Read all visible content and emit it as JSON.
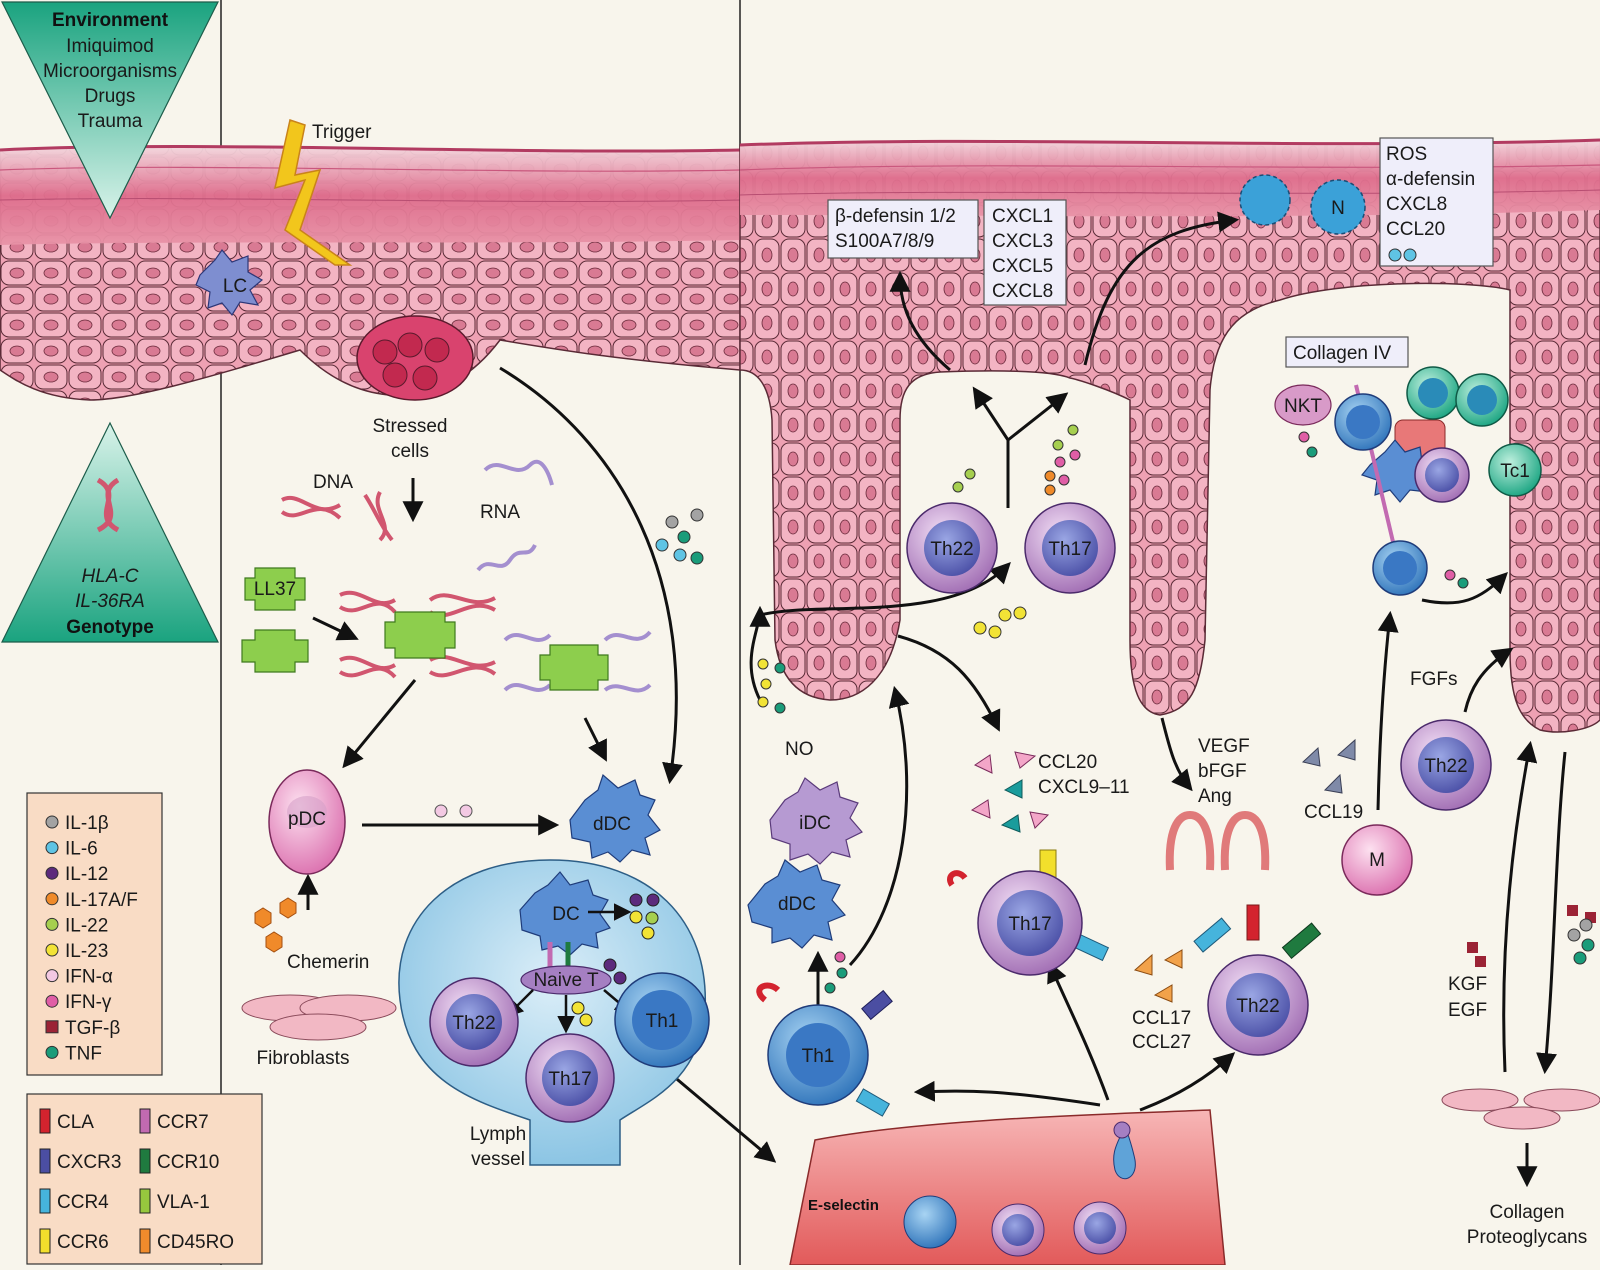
{
  "environment": {
    "title": "Environment",
    "items": [
      "Imiquimod",
      "Microorganisms",
      "Drugs",
      "Trauma"
    ]
  },
  "genotype": {
    "genes": [
      "HLA-C",
      "IL-36RA"
    ],
    "title": "Genotype"
  },
  "trigger_label": "Trigger",
  "labels": {
    "lc": "LC",
    "stressed_cells": [
      "Stressed",
      "cells"
    ],
    "dna": "DNA",
    "rna": "RNA",
    "ll37": "LL37",
    "pdc": "pDC",
    "ddc_left": "dDC",
    "chemerin": "Chemerin",
    "fibroblasts": "Fibroblasts",
    "lymph_vessel": [
      "Lymph",
      "vessel"
    ],
    "dc": "DC",
    "naive_t": "Naive T",
    "th22": "Th22",
    "th17": "Th17",
    "th1": "Th1",
    "no": "NO",
    "idc": "iDC",
    "ddc_right": "dDC",
    "e_selectin": "E-selectin",
    "nkt": "NKT",
    "tc1": "Tc1",
    "m": "M",
    "n": "N",
    "fgfs": "FGFs",
    "ccl19": "CCL19",
    "collagen_iv": "Collagen IV",
    "kgf_egf": [
      "KGF",
      "EGF"
    ],
    "collagen_out": [
      "Collagen",
      "Proteoglycans"
    ],
    "ccl20_cxcl": [
      "CCL20",
      "CXCL9–11"
    ],
    "ccl17_ccl27": [
      "CCL17",
      "CCL27"
    ],
    "vegf": [
      "VEGF",
      "bFGF",
      "Ang"
    ]
  },
  "boxes": {
    "defensin": [
      "β-defensin 1/2",
      "S100A7/8/9"
    ],
    "cxcl": [
      "CXCL1",
      "CXCL3",
      "CXCL5",
      "CXCL8"
    ],
    "ros": [
      "ROS",
      "α-defensin",
      "CXCL8",
      "CCL20"
    ]
  },
  "cytokine_legend": [
    {
      "name": "IL-1β",
      "color": "#a3a3a3"
    },
    {
      "name": "IL-6",
      "color": "#5fc4e4"
    },
    {
      "name": "IL-12",
      "color": "#5c2a7c"
    },
    {
      "name": "IL-17A/F",
      "color": "#ef8a2a"
    },
    {
      "name": "IL-22",
      "color": "#a6cf4f"
    },
    {
      "name": "IL-23",
      "color": "#f2e336"
    },
    {
      "name": "IFN-α",
      "color": "#f3c9e3"
    },
    {
      "name": "IFN-γ",
      "color": "#e05ea6"
    },
    {
      "name": "TGF-β",
      "color": "#9b2335"
    },
    {
      "name": "TNF",
      "color": "#1a9c7a"
    }
  ],
  "receptor_legend": [
    {
      "name": "CLA",
      "color": "#d3232e"
    },
    {
      "name": "CCR7",
      "color": "#c26ab1"
    },
    {
      "name": "CXCR3",
      "color": "#4b4ea2"
    },
    {
      "name": "CCR10",
      "color": "#1f7a3f"
    },
    {
      "name": "CCR4",
      "color": "#46b4dc"
    },
    {
      "name": "VLA-1",
      "color": "#96c83e"
    },
    {
      "name": "CCR6",
      "color": "#f2df2c"
    },
    {
      "name": "CD45RO",
      "color": "#ef8b2c"
    }
  ]
}
